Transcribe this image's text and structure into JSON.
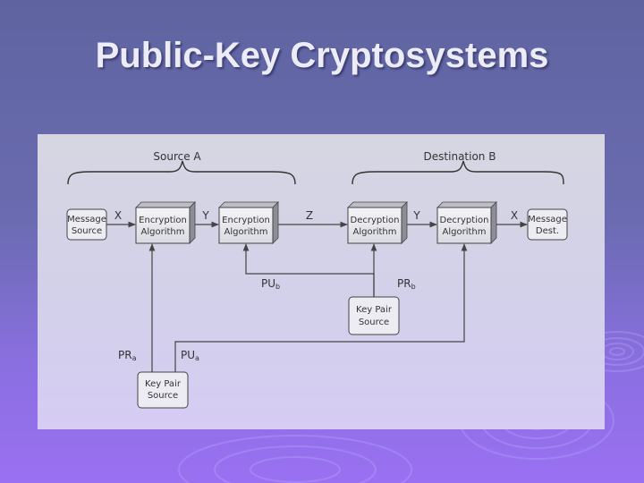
{
  "title": "Public-Key Cryptosystems",
  "diagram": {
    "group_source": "Source A",
    "group_destination": "Destination B",
    "nodes": {
      "message_source": [
        "Message",
        "Source"
      ],
      "encryption_1": [
        "Encryption",
        "Algorithm"
      ],
      "encryption_2": [
        "Encryption",
        "Algorithm"
      ],
      "decryption_1": [
        "Decryption",
        "Algorithm"
      ],
      "decryption_2": [
        "Decryption",
        "Algorithm"
      ],
      "message_dest": [
        "Message",
        "Dest."
      ],
      "keypair_b": [
        "Key Pair",
        "Source"
      ],
      "keypair_a": [
        "Key Pair",
        "Source"
      ]
    },
    "edge_labels": {
      "x_in": "X",
      "y_mid": "Y",
      "z": "Z",
      "y_out": "Y",
      "x_out": "X"
    },
    "keys": {
      "pu_b": {
        "main": "PU",
        "sub": "b"
      },
      "pr_b": {
        "main": "PR",
        "sub": "b"
      },
      "pr_a": {
        "main": "PR",
        "sub": "a"
      },
      "pu_a": {
        "main": "PU",
        "sub": "a"
      }
    }
  }
}
